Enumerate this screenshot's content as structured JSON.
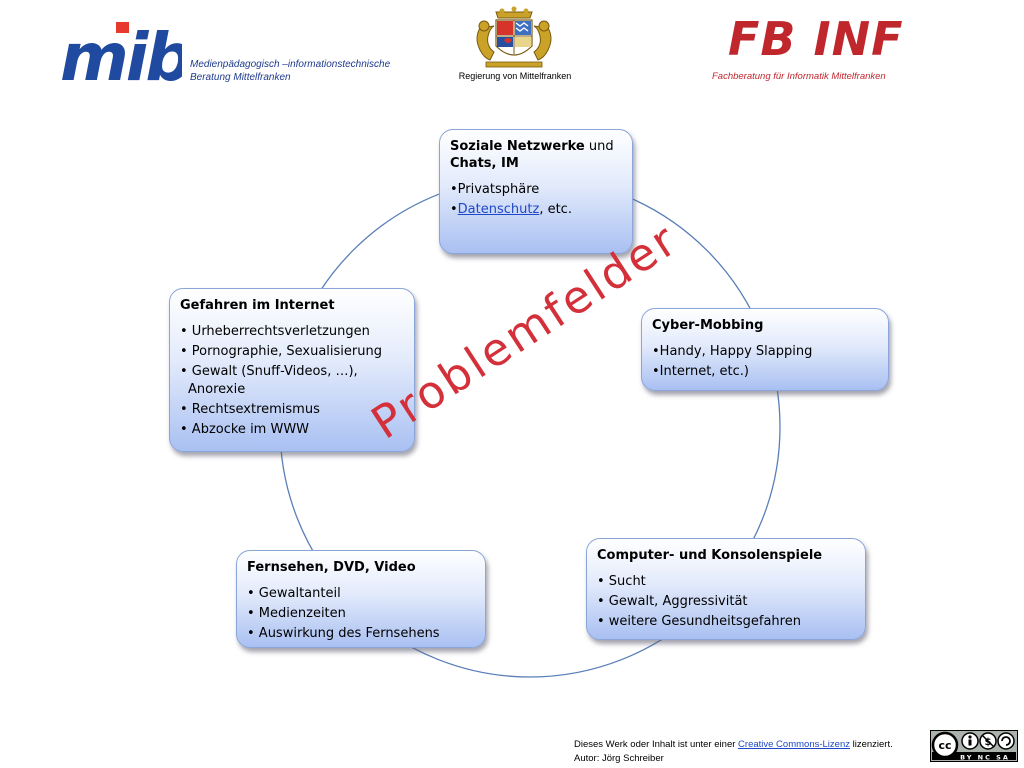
{
  "header": {
    "mib_logo_text": "mib",
    "mib_tagline_line1": "Medienpädagogisch –informationstechnische",
    "mib_tagline_line2": "Beratung Mittelfranken",
    "crest_caption": "Regierung von Mittelfranken",
    "fbinf_title": "FB INF",
    "fbinf_caption": "Fachberatung für Informatik Mittelfranken"
  },
  "diagram": {
    "center_label": "Problemfelder",
    "nodes": {
      "social": {
        "title_bold1": "Soziale Netzwerke",
        "title_normal": " und",
        "title_bold2": "Chats, IM",
        "item1": "•Privatsphäre",
        "item2_bullet": "•",
        "item2_link": "Datenschutz",
        "item2_rest": ", etc."
      },
      "cyber": {
        "title": "Cyber-Mobbing",
        "item1": "•Handy, Happy Slapping",
        "item2": "•Internet, etc.)"
      },
      "games": {
        "title": "Computer- und Konsolenspiele",
        "item1": "• Sucht",
        "item2": "• Gewalt, Aggressivität",
        "item3": "• weitere  Gesundheitsgefahren"
      },
      "tv": {
        "title": "Fernsehen, DVD, Video",
        "item1": "• Gewaltanteil",
        "item2": "• Medienzeiten",
        "item3": "• Auswirkung des Fernsehens"
      },
      "dangers": {
        "title": "Gefahren im Internet",
        "item1": "• Urheberrechtsverletzungen",
        "item2": "• Pornographie, Sexualisierung",
        "item3_line1": "• Gewalt (Snuff-Videos, …),",
        "item3_line2": "Anorexie",
        "item4": "• Rechtsextremismus",
        "item5": "• Abzocke im WWW"
      }
    },
    "colors": {
      "cycle_line": "#5a7fb8",
      "center_label": "#d4303a",
      "node_border": "#8aa5d8"
    }
  },
  "footer": {
    "license_prefix": "Dieses Werk oder Inhalt ist unter einer ",
    "license_link": "Creative Commons-Lizenz",
    "license_suffix": " lizenziert.",
    "author": "Autor: Jörg Schreiber",
    "cc_badge_text": "BY NC SA"
  }
}
